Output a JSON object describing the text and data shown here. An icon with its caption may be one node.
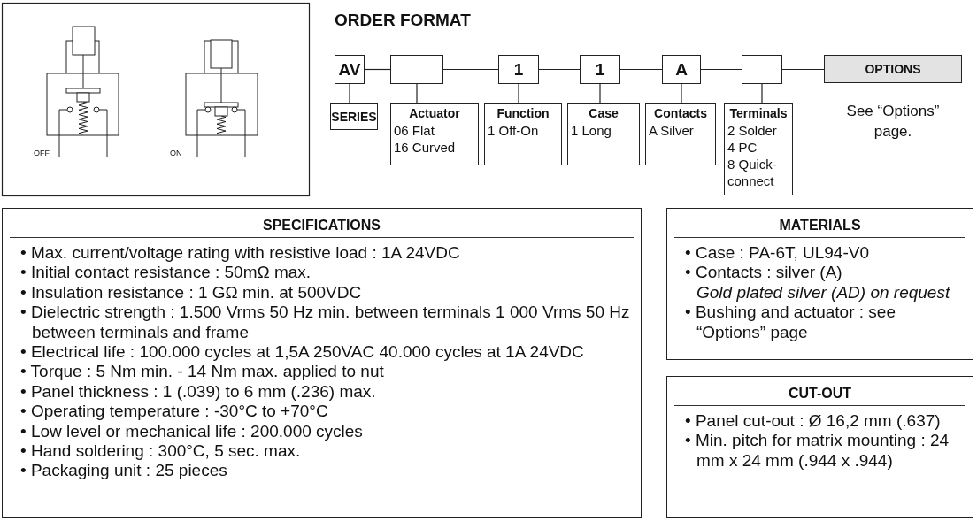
{
  "diagram": {
    "title": "ORDER FORMAT",
    "nodes": [
      {
        "text": [
          "AV"
        ]
      },
      {
        "text": [],
        "shape": "box"
      },
      {
        "text": [
          "1"
        ]
      },
      {
        "text": [
          "1"
        ]
      },
      {
        "text": [
          "A"
        ]
      },
      {
        "text": [],
        "shape": "box"
      },
      {
        "text": [
          "OPTIONS"
        ],
        "beside": [
          "See “Options” page."
        ]
      },
      {
        "text": [
          "SERIES"
        ]
      },
      {
        "text": [
          "Actuator",
          "06 Flat",
          "16 Curved"
        ]
      },
      {
        "text": [
          "Function",
          "1 Off-On"
        ]
      },
      {
        "text": [
          "Case",
          "1 Long"
        ]
      },
      {
        "text": [
          "Contacts",
          "A Silver"
        ]
      },
      {
        "text": [
          "Terminals",
          "2 Solder",
          "4 PC",
          "8 Quick-connect"
        ]
      },
      {
        "text": [
          "SPECIFICATIONS",
          "• Max. current/voltage rating with resistive load : 1A 24VDC",
          "• Initial contact resistance : 50mΩ max.",
          "• Insulation resistance : 1 GΩ min. at 500VDC",
          "• Dielectric strength : 1.500 Vrms 50 Hz min. between terminals 1 000 Vrms 50 Hz between terminals and frame",
          "• Electrical life : 100.000 cycles at 1,5A 250VAC 40.000 cycles at 1A 24VDC",
          "• Torque : 5 Nm min. - 14 Nm max. applied to nut",
          "• Panel thickness : 1 (.039) to 6 mm (.236) max.",
          "• Operating temperature : -30°C to +70°C",
          "• Low level or mechanical life : 200.000 cycles",
          "• Hand soldering : 300°C, 5 sec. max.",
          "• Packaging unit : 25 pieces"
        ]
      },
      {
        "text": [
          "MATERIALS",
          "• Case : PA-6T, UL94-V0",
          "• Contacts : silver (A) *Gold plated silver (AD) on request*",
          "• Bushing and actuator : see “Options” page"
        ]
      },
      {
        "text": [
          "CUT-OUT",
          "• Panel cut-out : Ø 16,2 mm (.637)",
          "• Min. pitch for matrix mounting : 24 mm x 24 mm (.944 x .944)"
        ]
      }
    ],
    "edges": [
      {
        "from": 0,
        "to": 1,
        "arrow": "none"
      },
      {
        "from": 1,
        "to": 2,
        "arrow": "none"
      },
      {
        "from": 2,
        "to": 3,
        "arrow": "none"
      },
      {
        "from": 3,
        "to": 4,
        "arrow": "none"
      },
      {
        "from": 4,
        "to": 5,
        "arrow": "none"
      },
      {
        "from": 5,
        "to": 6,
        "arrow": "none"
      },
      {
        "from": 0,
        "to": 7,
        "arrow": "none"
      },
      {
        "from": 1,
        "to": 8,
        "arrow": "none"
      },
      {
        "from": 2,
        "to": 9,
        "arrow": "none"
      },
      {
        "from": 3,
        "to": 10,
        "arrow": "none"
      },
      {
        "from": 4,
        "to": 11,
        "arrow": "none"
      },
      {
        "from": 5,
        "to": 12,
        "arrow": "none"
      }
    ],
    "labels": [
      "OFF",
      "ON"
    ]
  }
}
